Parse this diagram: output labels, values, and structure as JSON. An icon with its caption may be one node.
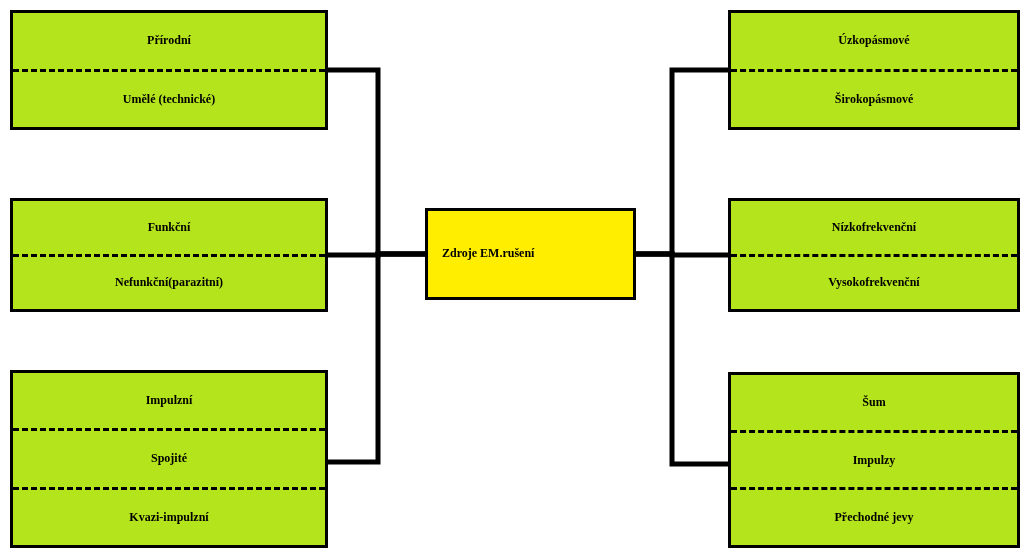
{
  "diagram": {
    "nodes": [
      {
        "text": [
          "Zdroje EM.rušení"
        ]
      },
      {
        "text": [
          "Přírodní",
          "Umělé (technické)"
        ]
      },
      {
        "text": [
          "Funkční",
          "Nefunkční(parazitní)"
        ]
      },
      {
        "text": [
          "Impulzní",
          "Spojité",
          "Kvazi-impulzní"
        ]
      },
      {
        "text": [
          "Úzkopásmové",
          "Širokopásmové"
        ]
      },
      {
        "text": [
          "Nízkofrekvenční",
          "Vysokofrekvenční"
        ]
      },
      {
        "text": [
          "Šum",
          "Impulzy",
          "Přechodné jevy"
        ]
      }
    ],
    "edges": [
      {
        "from": 0,
        "to": 1,
        "arrow": "none"
      },
      {
        "from": 0,
        "to": 2,
        "arrow": "none"
      },
      {
        "from": 0,
        "to": 3,
        "arrow": "none"
      },
      {
        "from": 0,
        "to": 4,
        "arrow": "none"
      },
      {
        "from": 0,
        "to": 5,
        "arrow": "none"
      },
      {
        "from": 0,
        "to": 6,
        "arrow": "none"
      }
    ]
  }
}
